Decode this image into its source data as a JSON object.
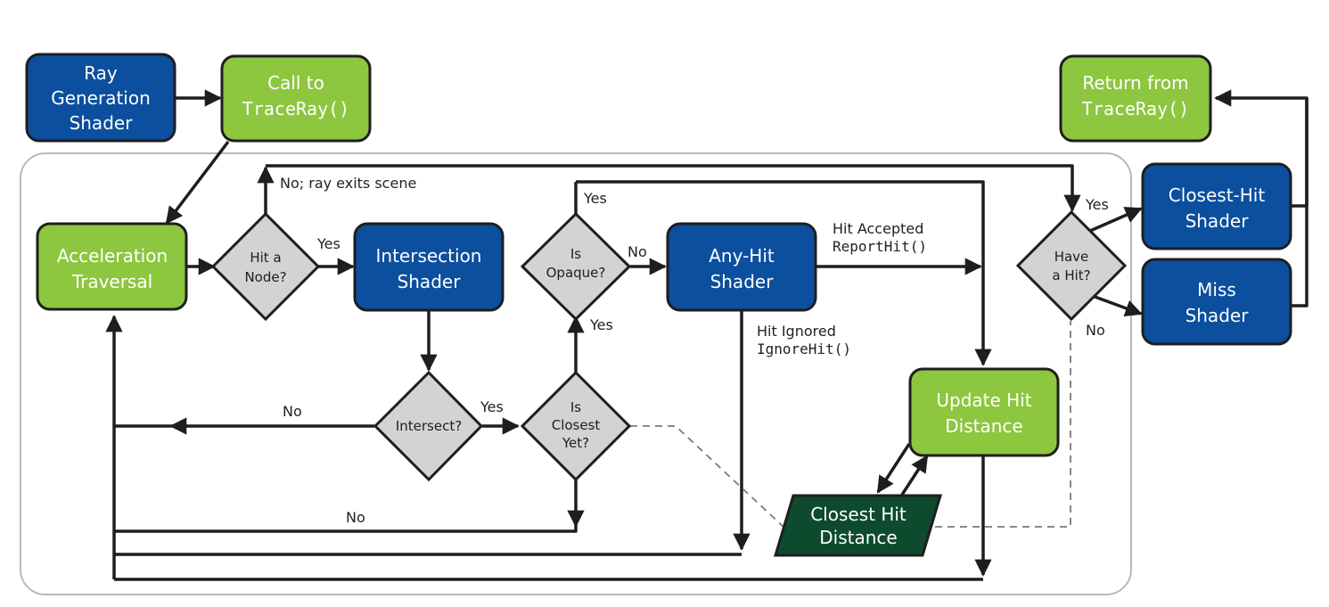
{
  "colors": {
    "blue_fill": "#0b4f9e",
    "green_fill": "#8dc63f",
    "diamond_fill": "#d2d3d5",
    "dark_fill": "#0d4a2e",
    "stroke": "#1e1e1e",
    "region_border": "#b8b8b8"
  },
  "nodes": {
    "ray_generation": {
      "line1": "Ray",
      "line2": "Generation",
      "line3": "Shader"
    },
    "call_to_traceray": {
      "line1": "Call to",
      "line2": "TraceRay()"
    },
    "return_from_traceray": {
      "line1": "Return from",
      "line2": "TraceRay()"
    },
    "acceleration_traversal": {
      "line1": "Acceleration",
      "line2": "Traversal"
    },
    "intersection_shader": {
      "line1": "Intersection",
      "line2": "Shader"
    },
    "any_hit_shader": {
      "line1": "Any-Hit",
      "line2": "Shader"
    },
    "closest_hit_shader": {
      "line1": "Closest-Hit",
      "line2": "Shader"
    },
    "miss_shader": {
      "line1": "Miss",
      "line2": "Shader"
    },
    "update_hit_distance": {
      "line1": "Update Hit",
      "line2": "Distance"
    },
    "closest_hit_distance": {
      "line1": "Closest Hit",
      "line2": "Distance"
    }
  },
  "decisions": {
    "hit_a_node": {
      "line1": "Hit a",
      "line2": "Node?"
    },
    "is_opaque": {
      "line1": "Is",
      "line2": "Opaque?"
    },
    "intersect": {
      "line1": "Intersect?"
    },
    "is_closest_yet": {
      "line1": "Is",
      "line2": "Closest",
      "line3": "Yet?"
    },
    "have_a_hit": {
      "line1": "Have",
      "line2": "a Hit?"
    }
  },
  "edge_labels": {
    "no_ray_exits_scene": "No; ray exits scene",
    "hit_node_yes": "Yes",
    "opaque_yes_top": "Yes",
    "opaque_no": "No",
    "opaque_yes_bottom": "Yes",
    "hit_accepted": "Hit Accepted",
    "report_hit": "ReportHit()",
    "hit_ignored": "Hit Ignored",
    "ignore_hit": "IgnoreHit()",
    "intersect_no": "No",
    "intersect_yes": "Yes",
    "closest_no": "No",
    "have_hit_yes": "Yes",
    "have_hit_no": "No"
  }
}
